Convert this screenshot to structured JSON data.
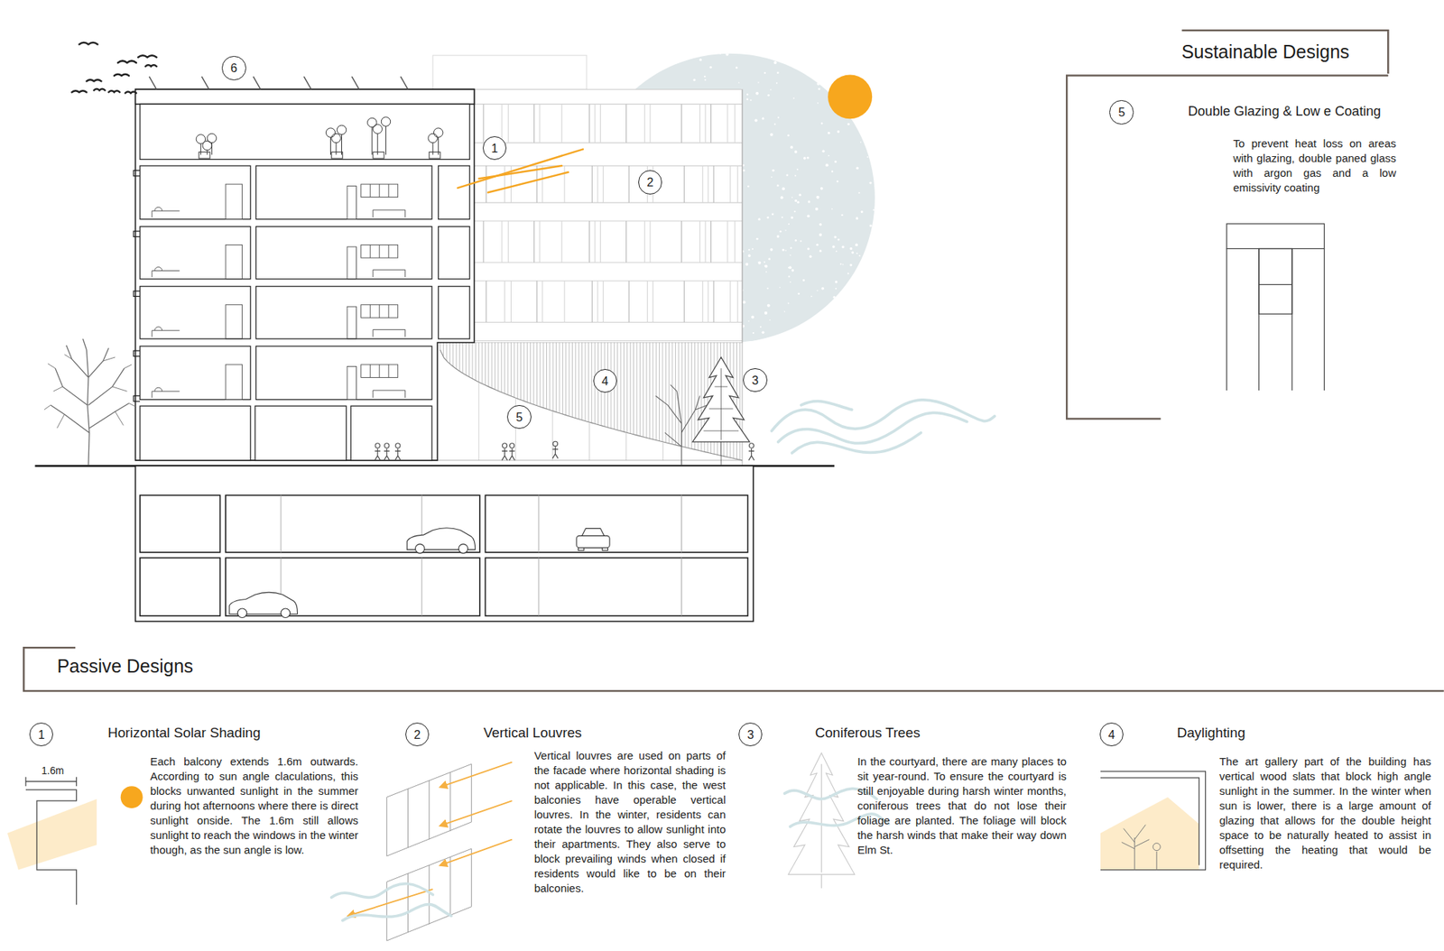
{
  "diagram": {
    "nodes": [
      {
        "text": [
          "6"
        ]
      },
      {
        "text": [
          "1"
        ]
      },
      {
        "text": [
          "2"
        ]
      },
      {
        "text": [
          "4"
        ]
      },
      {
        "text": [
          "3"
        ]
      },
      {
        "text": [
          "5"
        ]
      },
      {
        "text": [
          "Sustainable Designs",
          "Double Glazing & Low e Coating",
          "To prevent heat loss on areas with glazing, double paned glass with argon gas and a low emissivity coating"
        ]
      },
      {
        "text": [
          "5"
        ],
        "in": 6
      },
      {
        "text": [
          "Passive Designs"
        ]
      },
      {
        "text": [
          "1"
        ]
      },
      {
        "text": [
          "2"
        ]
      },
      {
        "text": [
          "3"
        ]
      },
      {
        "text": [
          "4"
        ]
      }
    ],
    "labels": [
      "Horizontal Solar Shading",
      "Each balcony extends 1.6m outwards. According to sun angle claculations, this blocks unwanted sunlight in the summer during hot afternoons where there is direct sunlight onside. The 1.6m still allows sunlight to reach the windows in the winter though, as the sun angle is low.",
      "1.6m",
      "Vertical Louvres",
      "Vertical louvres are used on parts of the facade where horizontal shading is not applicable. In this case, the west balconies have operable vertical louvres. In the winter, residents can rotate the louvres to allow sunlight into their apartments. They also serve to block prevailing winds when closed if residents would like to be on their balconies.",
      "Coniferous Trees",
      "In the courtyard, there are many places to sit year-round. To ensure the courtyard is still enjoyable during harsh winter months, coniferous trees that do not lose their foliage are planted. The foliage will block the harsh winds that make their way down Elm St.",
      "Daylighting",
      "The art gallery part of the building has vertical wood slats that block high angle sunlight in the summer. In the winter when sun is lower, there is a large amount of glazing that allows for the double height space to be naturally heated to assist in offsetting the heating that would be required."
    ]
  }
}
